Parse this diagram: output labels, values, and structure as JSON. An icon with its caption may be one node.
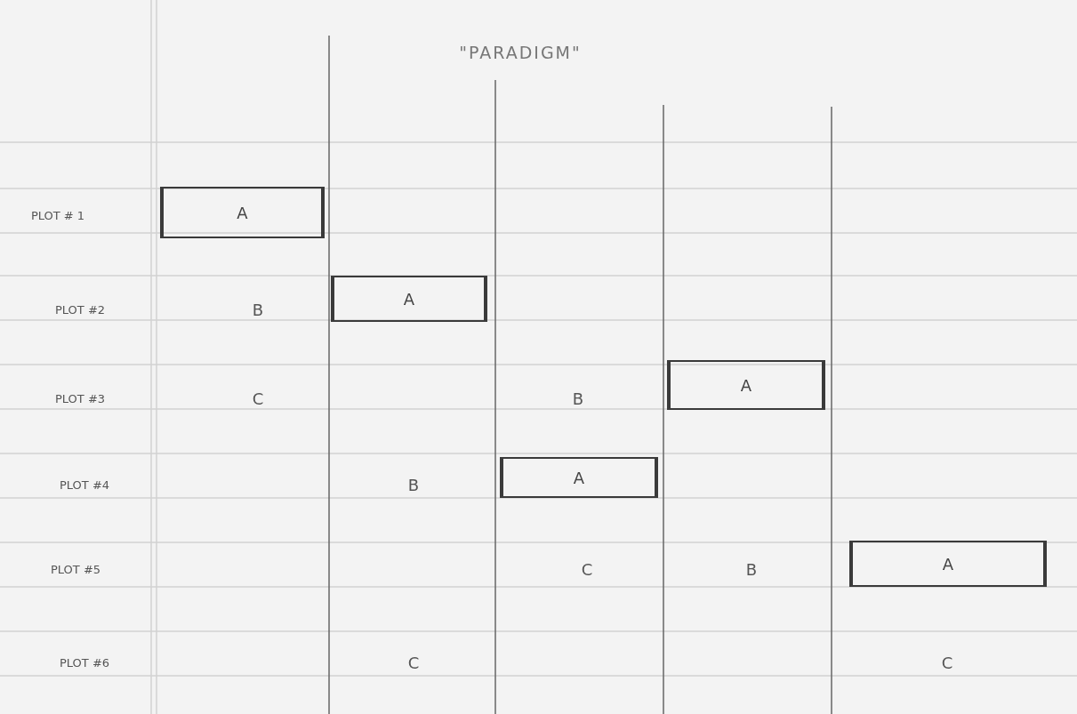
{
  "diagram": {
    "title": "\"PARADIGM\"",
    "nodes": [
      {
        "text": [
          "A"
        ]
      },
      {
        "text": [
          "A"
        ]
      },
      {
        "text": [
          "A"
        ]
      },
      {
        "text": [
          "A"
        ]
      },
      {
        "text": [
          "A"
        ]
      }
    ],
    "labels": [
      "PLOT # 1",
      "PLOT #2",
      "B",
      "PLOT #3",
      "C",
      "B",
      "PLOT #4",
      "B",
      "PLOT #5",
      "C",
      "B",
      "PLOT #6",
      "C",
      "C"
    ]
  }
}
